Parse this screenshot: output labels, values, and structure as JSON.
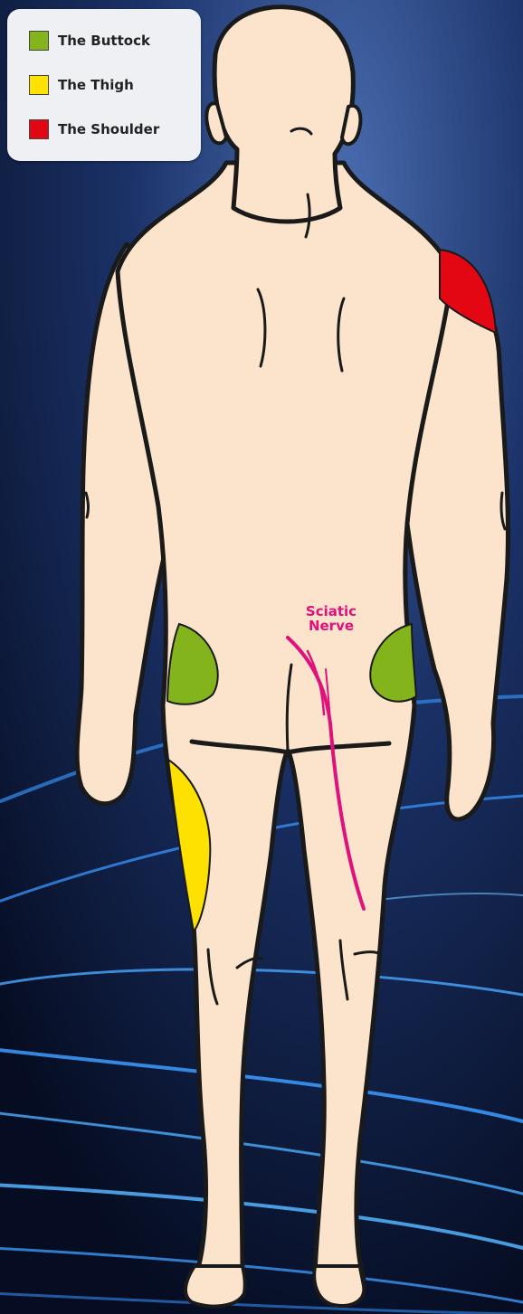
{
  "legend": [
    {
      "label": "The Buttock",
      "color": "#84b41c"
    },
    {
      "label": "The Thigh",
      "color": "#ffe100"
    },
    {
      "label": "The Shoulder",
      "color": "#e30613"
    }
  ],
  "nerve": {
    "line1": "Sciatic",
    "line2": "Nerve",
    "color": "#e0117c"
  },
  "colors": {
    "skin": "#fbe4cb",
    "outline": "#1a1a1a",
    "background": "#0b1a3a",
    "light_streak": "#3aa0ff"
  }
}
